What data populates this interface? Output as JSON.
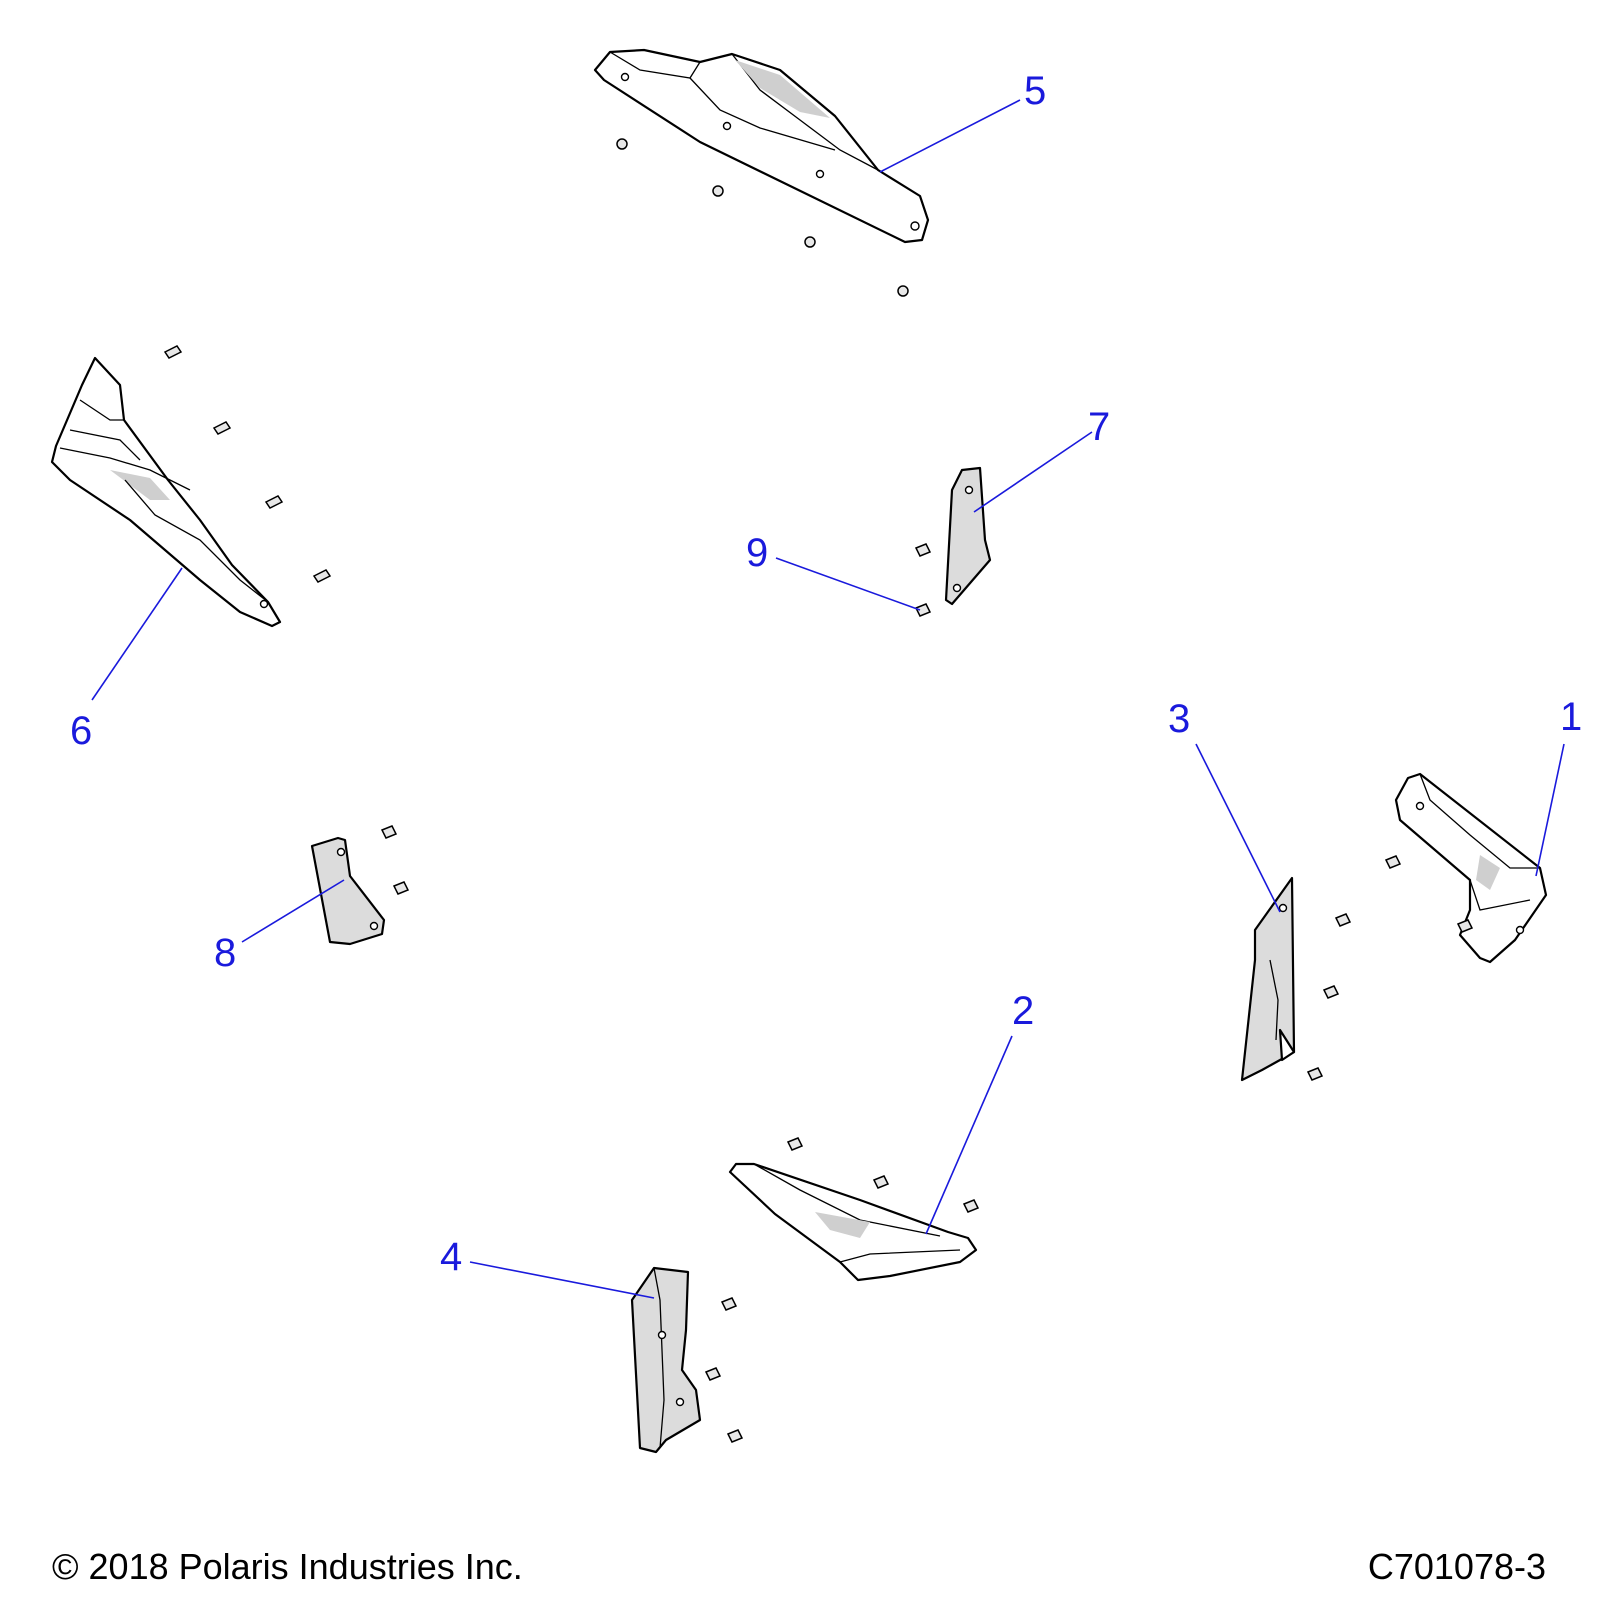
{
  "callouts": [
    "1",
    "2",
    "3",
    "4",
    "5",
    "6",
    "7",
    "8",
    "9"
  ],
  "footer": {
    "copyright": "© 2018 Polaris Industries Inc.",
    "figure_id": "C701078-3"
  },
  "colors": {
    "callout": "#1a1adc",
    "outline": "#000000",
    "background": "#ffffff"
  }
}
